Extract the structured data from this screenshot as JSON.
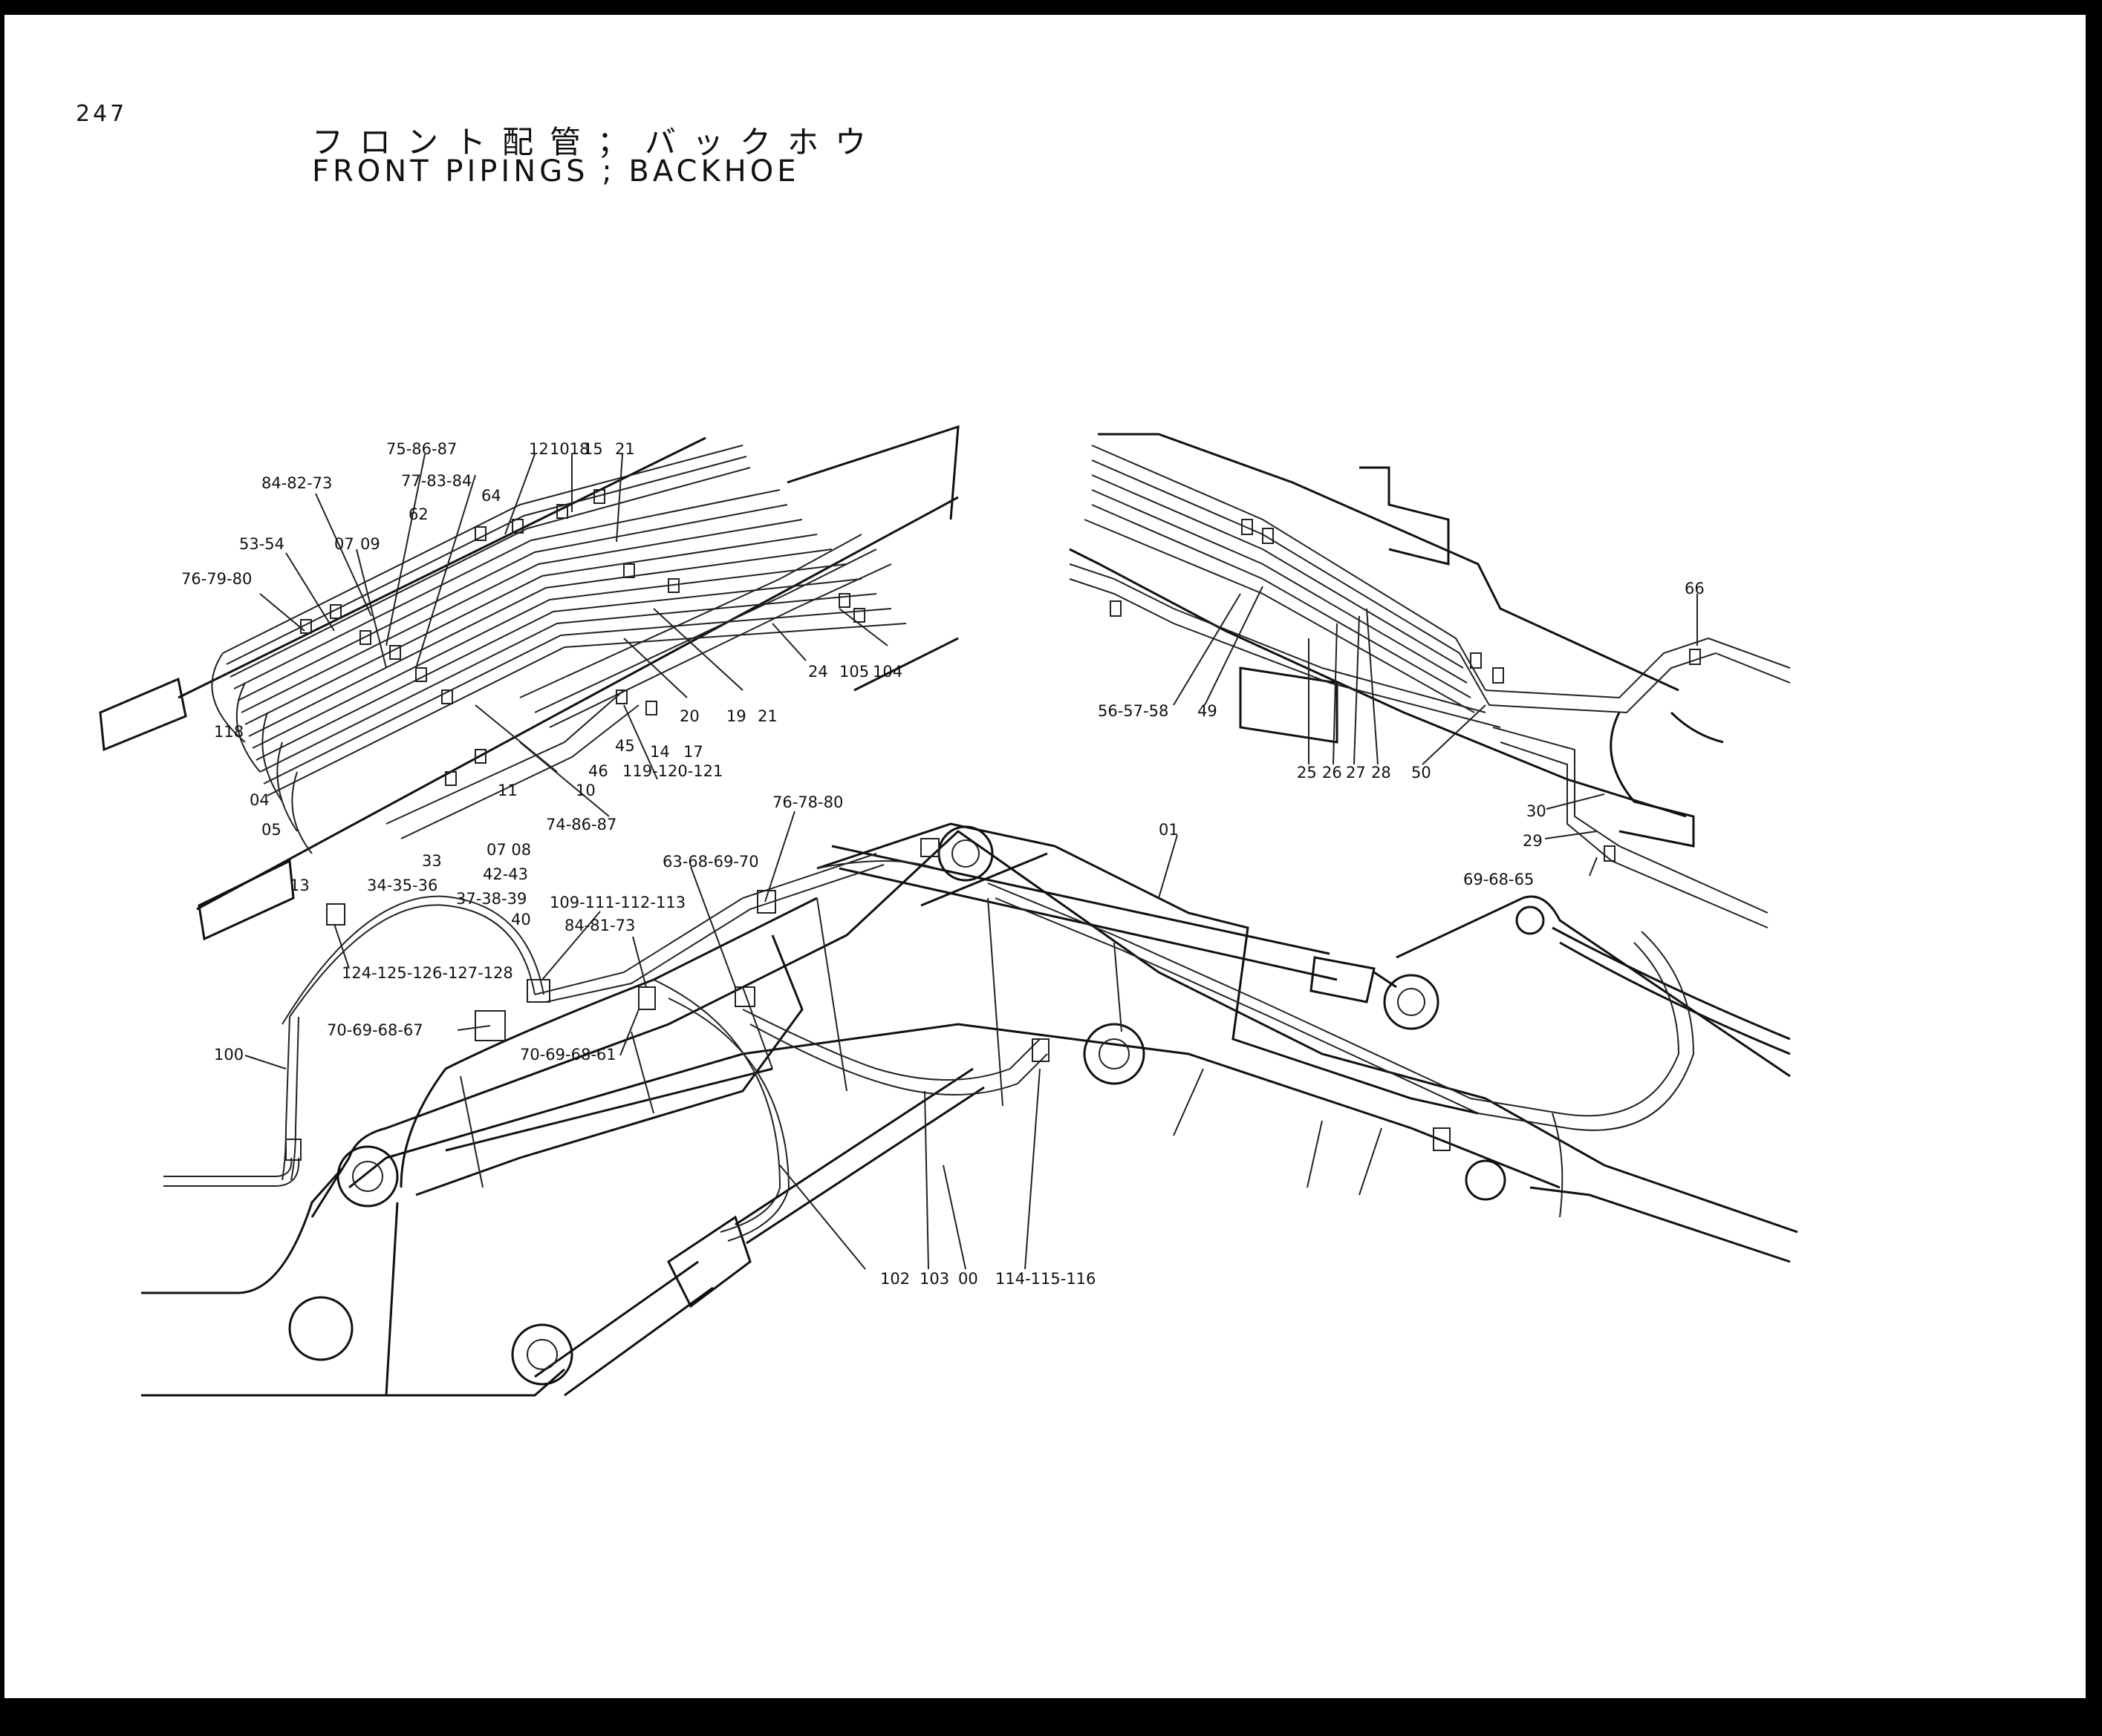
{
  "page": {
    "number": "247",
    "title_jp": "フロント配管；バックホウ",
    "title_en": "FRONT PIPINGS ; BACKHOE"
  },
  "callouts": {
    "left": [
      "75-86-87",
      "12",
      "1018",
      "15",
      "21",
      "84-82-73",
      "77-83-84",
      "64",
      "62",
      "53-54",
      "07",
      "09",
      "76-79-80",
      "118",
      "04",
      "05",
      "13",
      "34-35-36",
      "33",
      "42-43",
      "37-38-39",
      "40",
      "07 08",
      "74-86-87",
      "11",
      "10",
      "46",
      "119-120-121",
      "45",
      "14",
      "17",
      "20",
      "19",
      "21",
      "24",
      "105",
      "104"
    ],
    "right": [
      "66",
      "56-57-58",
      "49",
      "25",
      "26",
      "27",
      "28",
      "50",
      "30",
      "29",
      "69-68-65"
    ],
    "main": [
      "76-78-80",
      "63-68-69-70",
      "109-111-112-113",
      "84-81-73",
      "124-125-126-127-128",
      "70-69-68-67",
      "70-69-68-61",
      "100",
      "01",
      "102",
      "103",
      "00",
      "114-115-116"
    ]
  }
}
